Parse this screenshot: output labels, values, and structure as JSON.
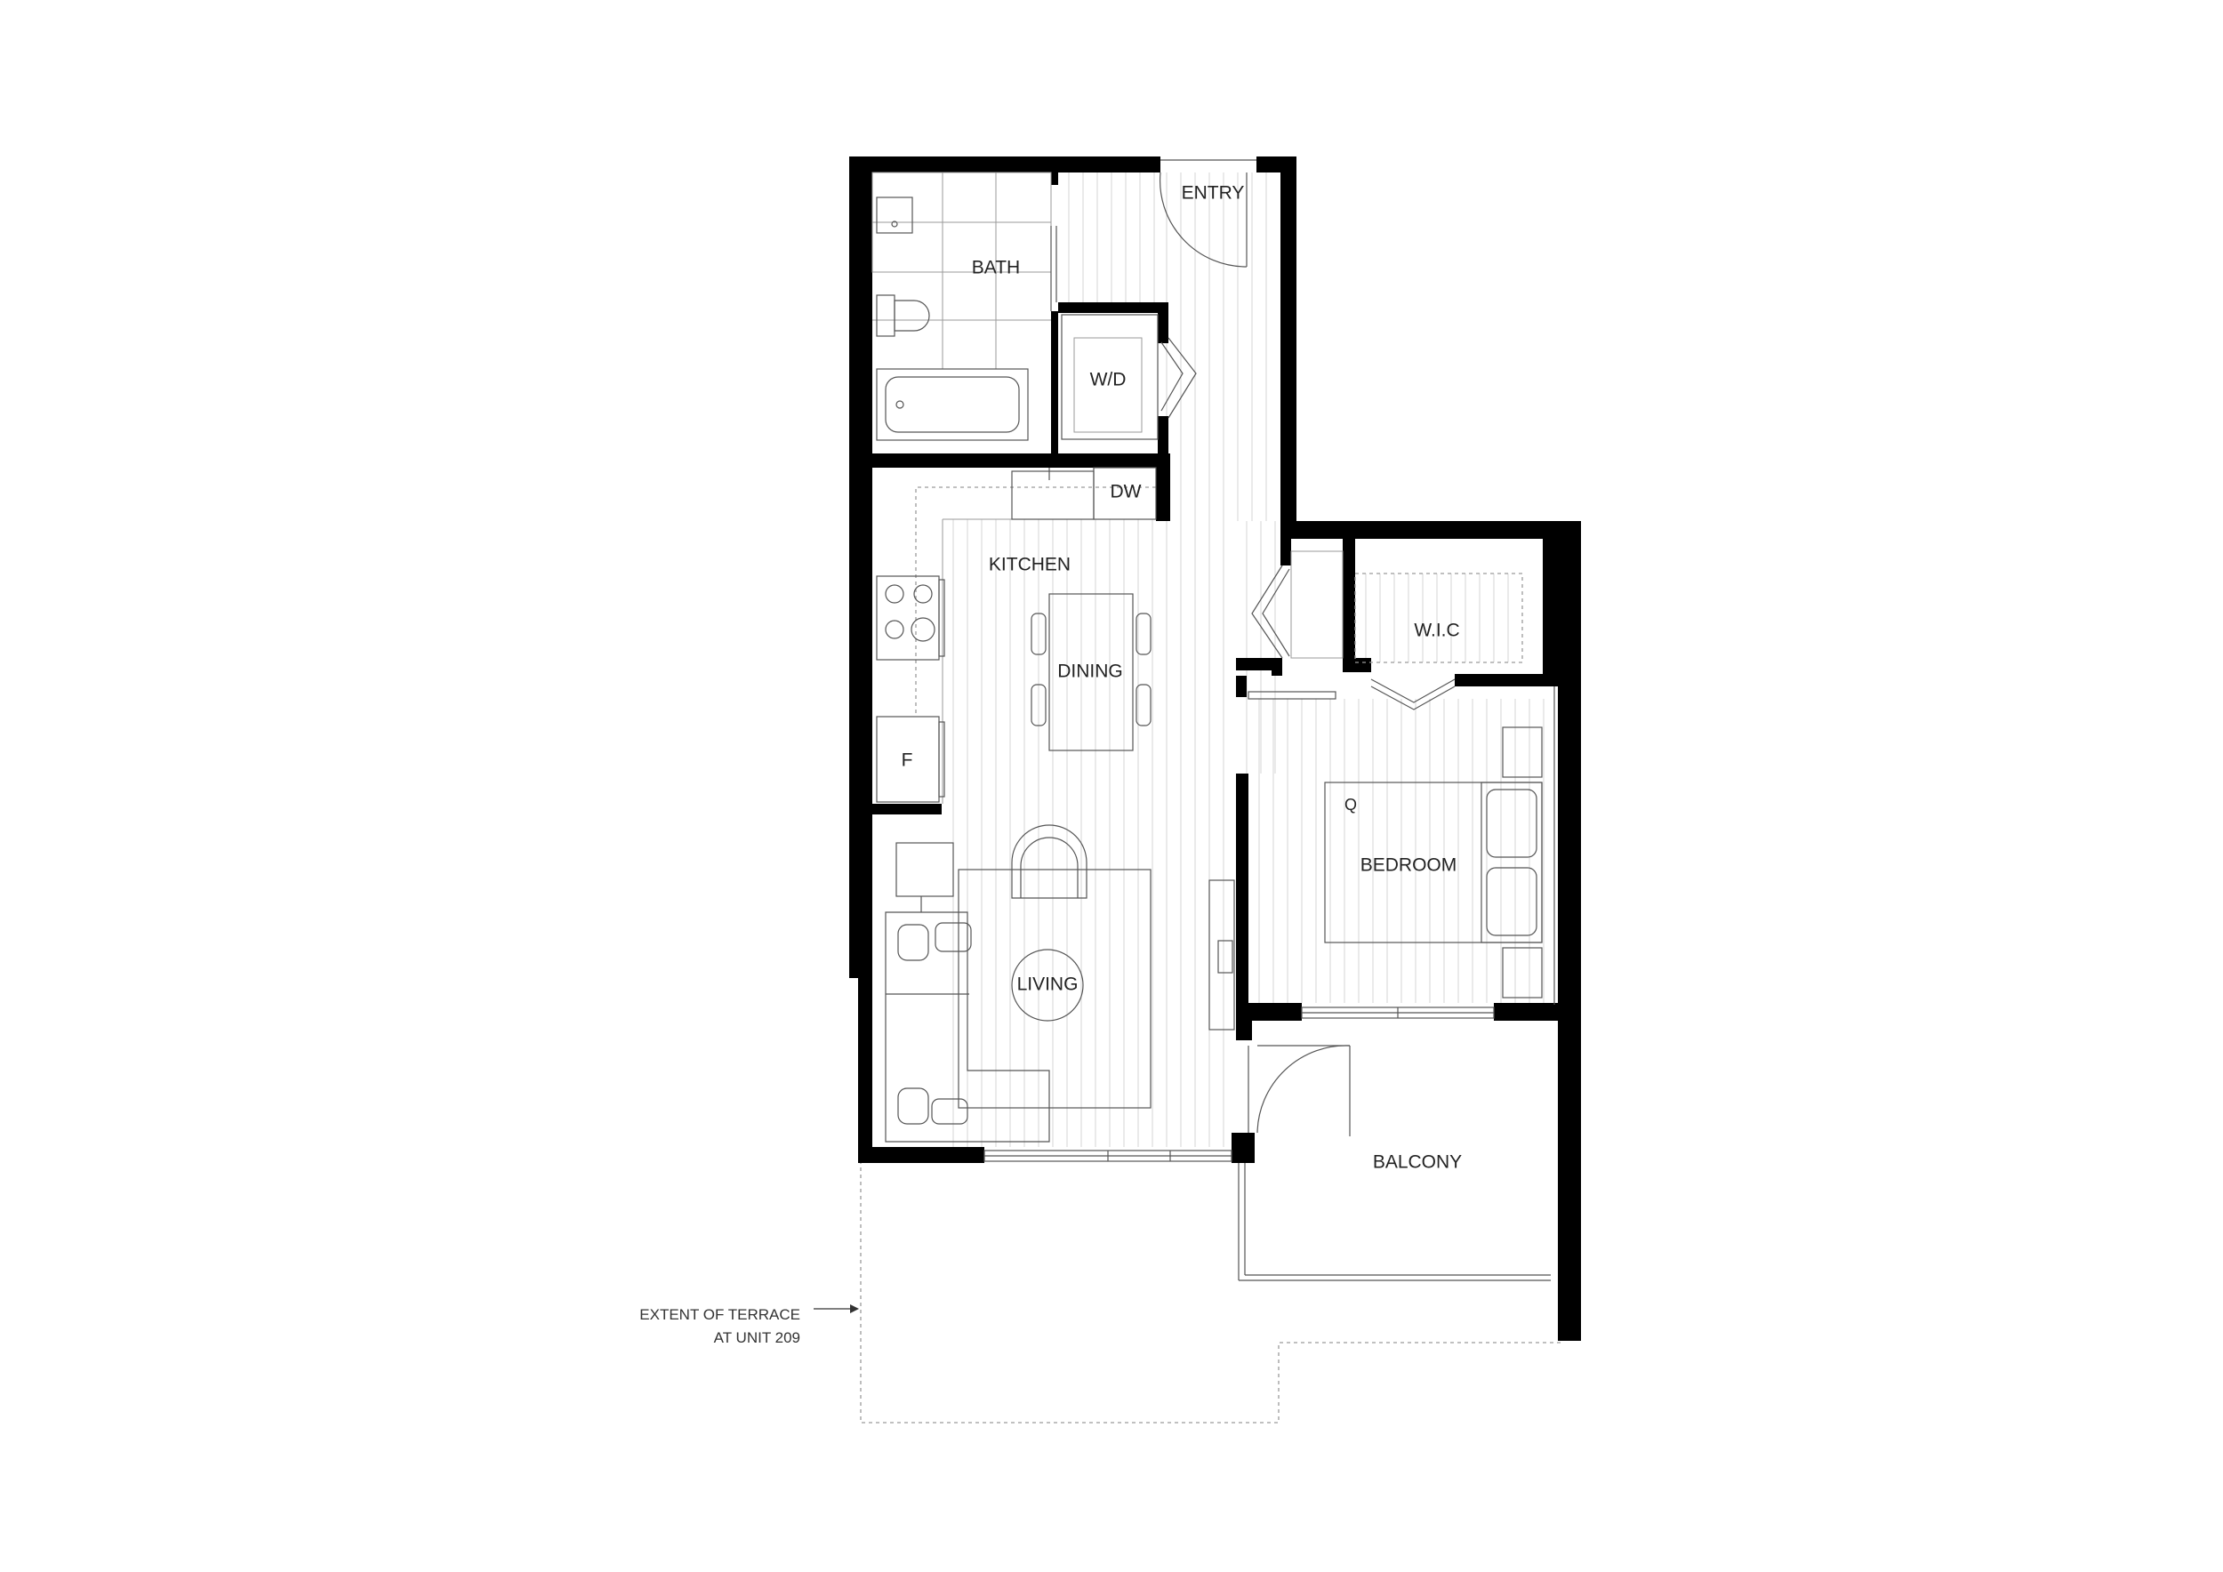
{
  "rooms": {
    "entry": "ENTRY",
    "bath": "BATH",
    "wd": "W/D",
    "dw": "DW",
    "kitchen": "KITCHEN",
    "dining": "DINING",
    "fridge": "F",
    "living": "LIVING",
    "wic": "W.I.C",
    "bed_size": "Q",
    "bedroom": "BEDROOM",
    "balcony": "BALCONY"
  },
  "terrace_note": {
    "line1": "EXTENT OF TERRACE",
    "line2": "AT UNIT 209"
  }
}
